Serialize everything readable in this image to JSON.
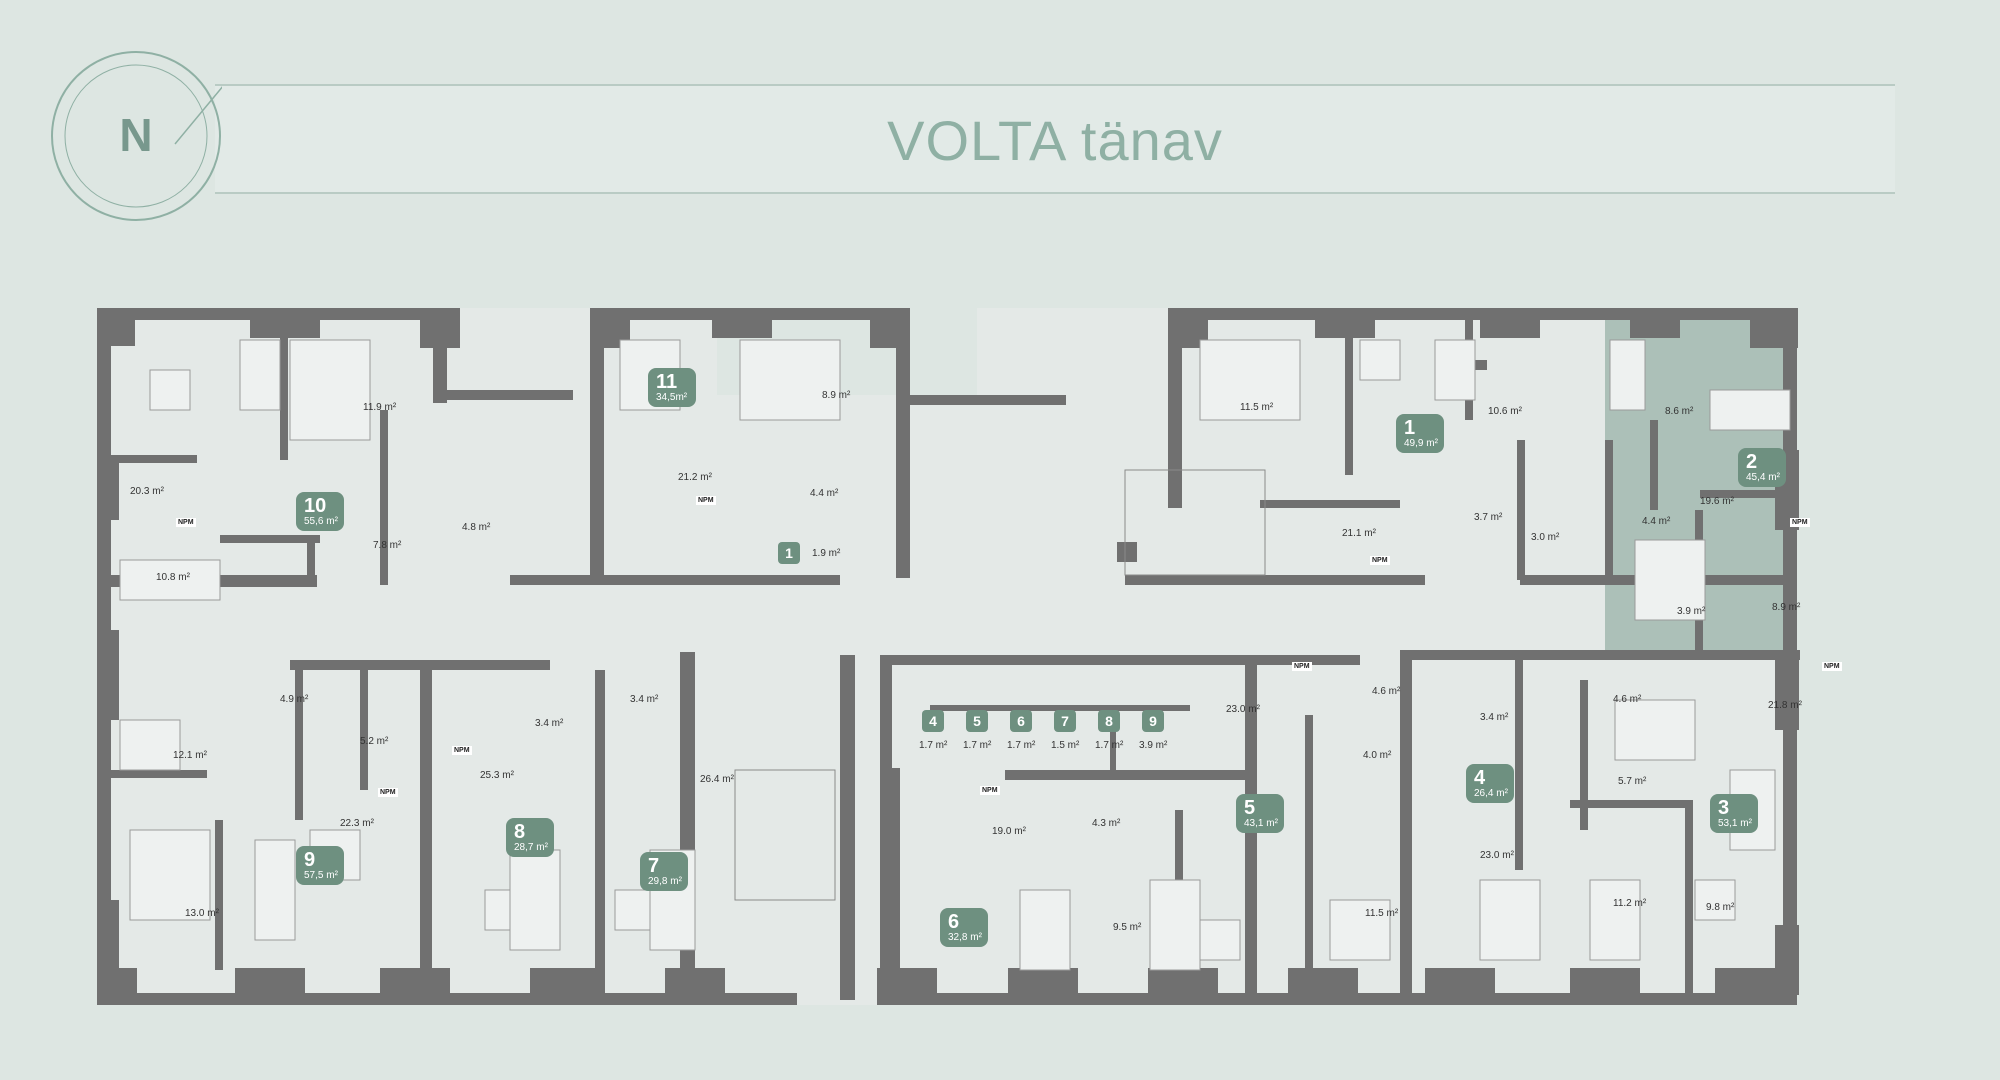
{
  "street_name": "VOLTA tänav",
  "compass": {
    "letter": "N"
  },
  "colors": {
    "background": "#dde6e2",
    "wall": "#6f6f6f",
    "floor": "#e4e9e7",
    "accent": "#6e9080",
    "highlight": "#6e9080"
  },
  "apartments": [
    {
      "num": "1",
      "area": "49,9 m²"
    },
    {
      "num": "2",
      "area": "45,4 m²"
    },
    {
      "num": "3",
      "area": "53,1 m²"
    },
    {
      "num": "4",
      "area": "26,4 m²"
    },
    {
      "num": "5",
      "area": "43,1 m²"
    },
    {
      "num": "6",
      "area": "32,8 m²"
    },
    {
      "num": "7",
      "area": "29,8 m²"
    },
    {
      "num": "8",
      "area": "28,7 m²"
    },
    {
      "num": "9",
      "area": "57,5 m²"
    },
    {
      "num": "10",
      "area": "55,6 m²"
    },
    {
      "num": "11",
      "area": "34,5m²"
    }
  ],
  "storage_units": [
    {
      "num": "1",
      "area": "1.9 m²"
    },
    {
      "num": "4",
      "area": "1.7 m²"
    },
    {
      "num": "5",
      "area": "1.7 m²"
    },
    {
      "num": "6",
      "area": "1.7 m²"
    },
    {
      "num": "7",
      "area": "1.5 m²"
    },
    {
      "num": "8",
      "area": "1.7 m²"
    },
    {
      "num": "9",
      "area": "3.9 m²"
    }
  ],
  "room_areas": [
    "20.3 m²",
    "11.9 m²",
    "10.8 m²",
    "7.8 m²",
    "4.8 m²",
    "21.2 m²",
    "8.9 m²",
    "4.4 m²",
    "11.5 m²",
    "21.1 m²",
    "10.6 m²",
    "3.7 m²",
    "3.0 m²",
    "8.6 m²",
    "19.6 m²",
    "4.4 m²",
    "3.9 m²",
    "8.9 m²",
    "12.1 m²",
    "4.9 m²",
    "5.2 m²",
    "22.3 m²",
    "13.0 m²",
    "3.4 m²",
    "25.3 m²",
    "3.4 m²",
    "26.4 m²",
    "19.0 m²",
    "4.3 m²",
    "9.5 m²",
    "23.0 m²",
    "4.6 m²",
    "4.0 m²",
    "11.5 m²",
    "3.4 m²",
    "23.0 m²",
    "4.6 m²",
    "21.8 m²",
    "5.7 m²",
    "11.2 m²",
    "9.8 m²"
  ],
  "npm_label": "NPM"
}
